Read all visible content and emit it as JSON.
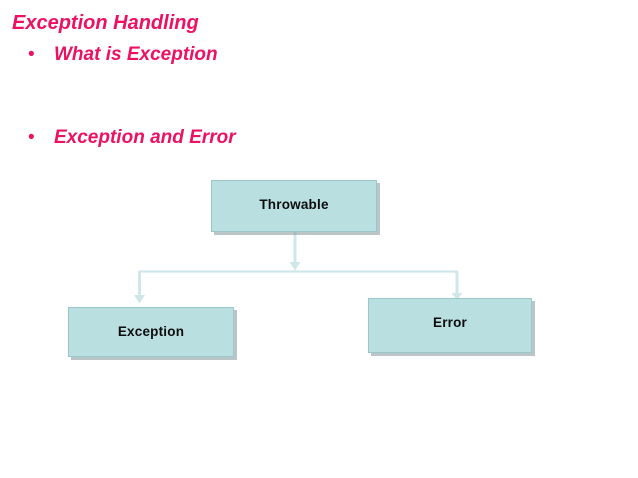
{
  "slide": {
    "title": "Exception Handling",
    "bullet_marker": "•",
    "bullets": [
      {
        "text": "What is Exception"
      },
      {
        "text": "Exception and Error"
      }
    ],
    "text_color": "#ed1164",
    "background": "#ffffff"
  },
  "diagram": {
    "type": "hierarchy",
    "node_fill": "#b9dfe1",
    "node_border": "#9bc6cb",
    "connector_color": "#cfe7e9",
    "label_color": "#0d0d0d",
    "nodes": [
      {
        "id": "throwable",
        "label": "Throwable",
        "level": 0
      },
      {
        "id": "exception",
        "label": "Exception",
        "level": 1
      },
      {
        "id": "error",
        "label": "Error",
        "level": 1
      }
    ],
    "edges": [
      {
        "from": "throwable",
        "to": "exception",
        "arrow": "down"
      },
      {
        "from": "throwable",
        "to": "error",
        "arrow": "down"
      }
    ]
  }
}
